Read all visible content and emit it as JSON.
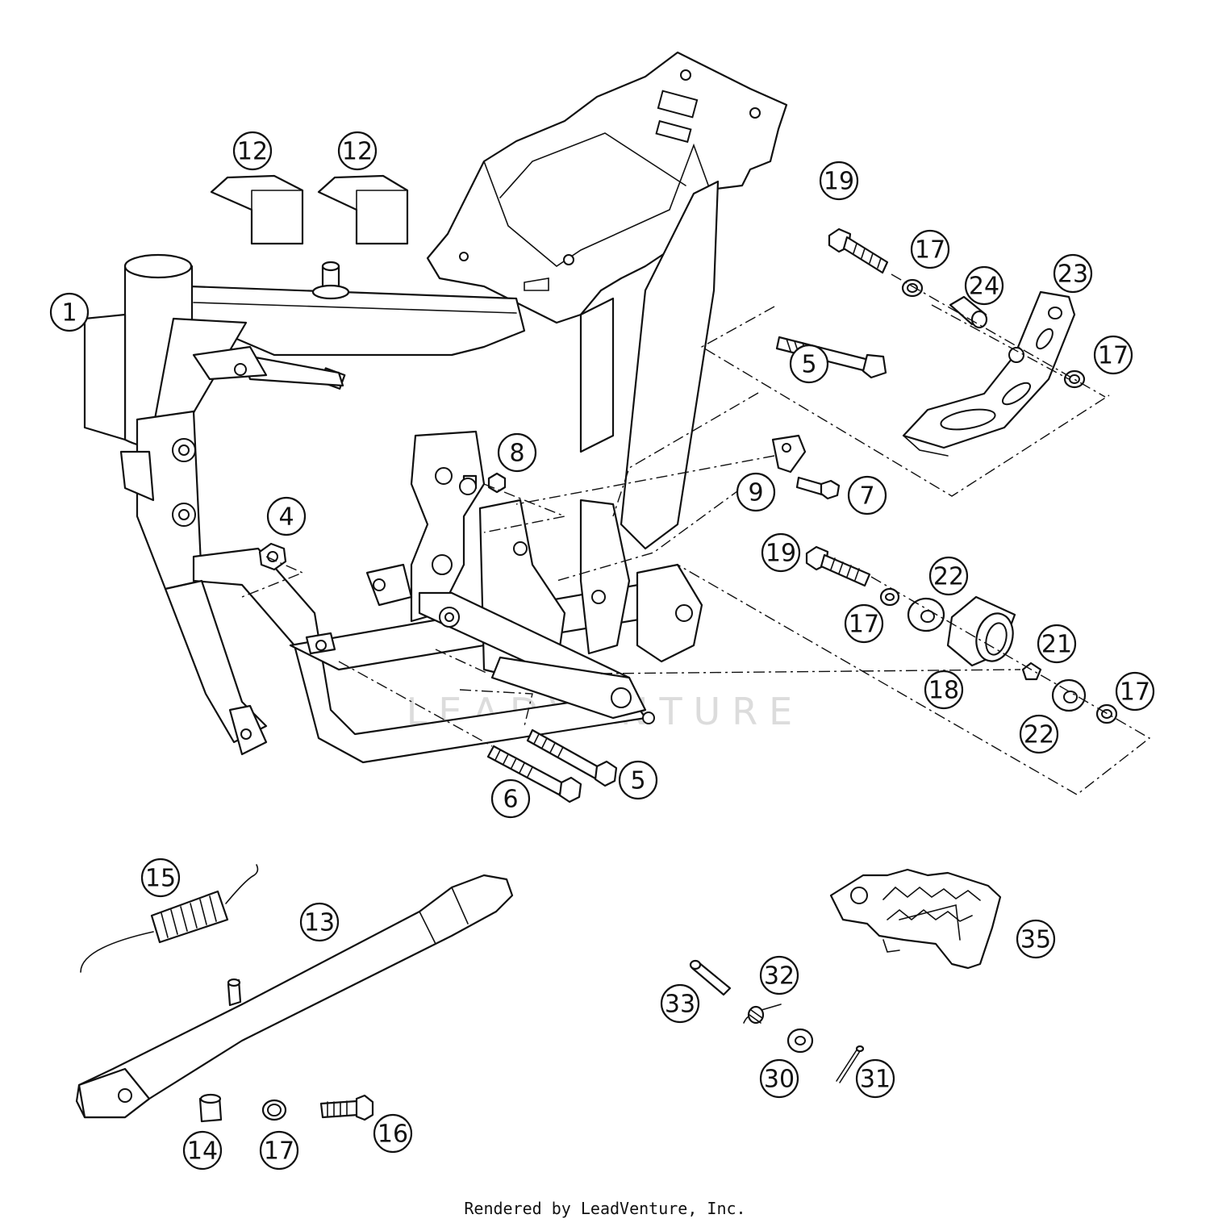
{
  "diagram": {
    "watermark": "LEADVENTURE",
    "footer": "Rendered by LeadVenture, Inc.",
    "callouts": [
      {
        "id": "c12a",
        "label": "12"
      },
      {
        "id": "c12b",
        "label": "12"
      },
      {
        "id": "c1",
        "label": "1"
      },
      {
        "id": "c4",
        "label": "4"
      },
      {
        "id": "c8",
        "label": "8"
      },
      {
        "id": "c9",
        "label": "9"
      },
      {
        "id": "c7",
        "label": "7"
      },
      {
        "id": "c5a",
        "label": "5"
      },
      {
        "id": "c19a",
        "label": "19"
      },
      {
        "id": "c17a",
        "label": "17"
      },
      {
        "id": "c24",
        "label": "24"
      },
      {
        "id": "c23",
        "label": "23"
      },
      {
        "id": "c17b",
        "label": "17"
      },
      {
        "id": "c19b",
        "label": "19"
      },
      {
        "id": "c22a",
        "label": "22"
      },
      {
        "id": "c17c",
        "label": "17"
      },
      {
        "id": "c21",
        "label": "21"
      },
      {
        "id": "c18",
        "label": "18"
      },
      {
        "id": "c17d",
        "label": "17"
      },
      {
        "id": "c22b",
        "label": "22"
      },
      {
        "id": "c6",
        "label": "6"
      },
      {
        "id": "c5b",
        "label": "5"
      },
      {
        "id": "c15",
        "label": "15"
      },
      {
        "id": "c13",
        "label": "13"
      },
      {
        "id": "c14",
        "label": "14"
      },
      {
        "id": "c17e",
        "label": "17"
      },
      {
        "id": "c16",
        "label": "16"
      },
      {
        "id": "c33",
        "label": "33"
      },
      {
        "id": "c32",
        "label": "32"
      },
      {
        "id": "c30",
        "label": "30"
      },
      {
        "id": "c31",
        "label": "31"
      },
      {
        "id": "c35",
        "label": "35"
      }
    ]
  }
}
